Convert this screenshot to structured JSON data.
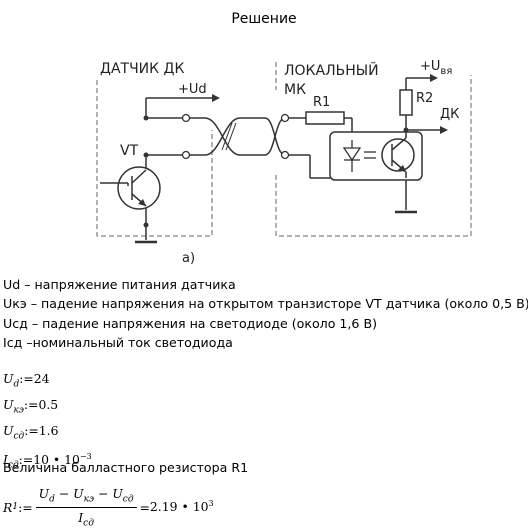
{
  "header": {
    "title": "Решение"
  },
  "schematic": {
    "sensor_label": "ДАТЧИК ДК",
    "supply_label": "+Ud",
    "transistor_label": "VT",
    "mc_label_line1": "ЛОКАЛЬНЫЙ",
    "mc_label_line2": "МК",
    "mc_supply_plus": "+U",
    "mc_supply_sub": "вя",
    "r1_label": "R1",
    "r2_label": "R2",
    "output_label": "ДК",
    "figure_label": "а)"
  },
  "definitions": [
    "Ud – напряжение питания датчика",
    "Uкэ – падение напряжения на открытом транзисторе VT датчика (около 0,5 В)",
    "Uсд – падение напряжения на светодиоде (около 1,6 В)",
    "Iсд –номинальный ток светодиода"
  ],
  "values": [
    {
      "symbol": "U",
      "subscript": "d",
      "assign": ":=",
      "value": "24",
      "exponent": ""
    },
    {
      "symbol": "U",
      "subscript": "кэ",
      "assign": ":=",
      "value": "0.5",
      "exponent": ""
    },
    {
      "symbol": "U",
      "subscript": "сд",
      "assign": ":=",
      "value": "1.6",
      "exponent": ""
    },
    {
      "symbol": "I",
      "subscript": "сд",
      "assign": ":=",
      "value": "10 • 10",
      "exponent": "−3"
    }
  ],
  "section": {
    "title": "Величина балластного резистора R1"
  },
  "formula": {
    "lhs_symbol": "R",
    "lhs_sub": "1",
    "assign": ":=",
    "num_a": "U",
    "num_a_sub": "d",
    "minus1": "−",
    "num_b": "U",
    "num_b_sub": "кэ",
    "minus2": "−",
    "num_c": "U",
    "num_c_sub": "сд",
    "den": "I",
    "den_sub": "сд",
    "equals": "=",
    "result": "2.19 • 10",
    "result_exp": "3"
  }
}
